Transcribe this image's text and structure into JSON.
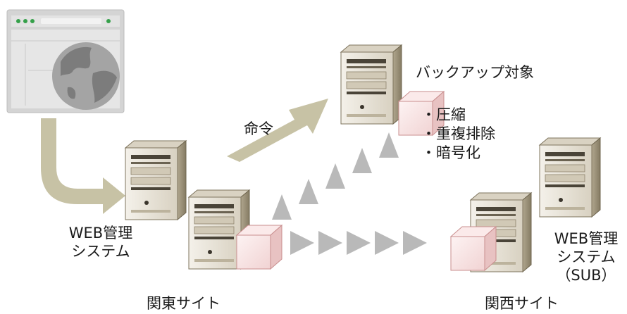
{
  "labels": {
    "command": "命令",
    "backup_target": "バックアップ対象",
    "backup_features": [
      "・圧縮",
      "・重複排除",
      "・暗号化"
    ],
    "web_mgmt_line1": "WEB管理",
    "web_mgmt_line2": "システム",
    "web_mgmt_sub_line1": "WEB管理",
    "web_mgmt_sub_line2": "システム",
    "web_mgmt_sub_line3": "（SUB）",
    "kanto_site": "関東サイト",
    "kansai_site": "関西サイト"
  },
  "colors": {
    "server_body": "#ebe7dd",
    "server_shade": "#a89e86",
    "arrow_khaki": "#c4bea0",
    "chevron_gray": "#b8b8b8",
    "cube_pink": "#f6dede",
    "browser_gray": "#d2d2d2",
    "globe_gray": "#8a8a8a"
  }
}
